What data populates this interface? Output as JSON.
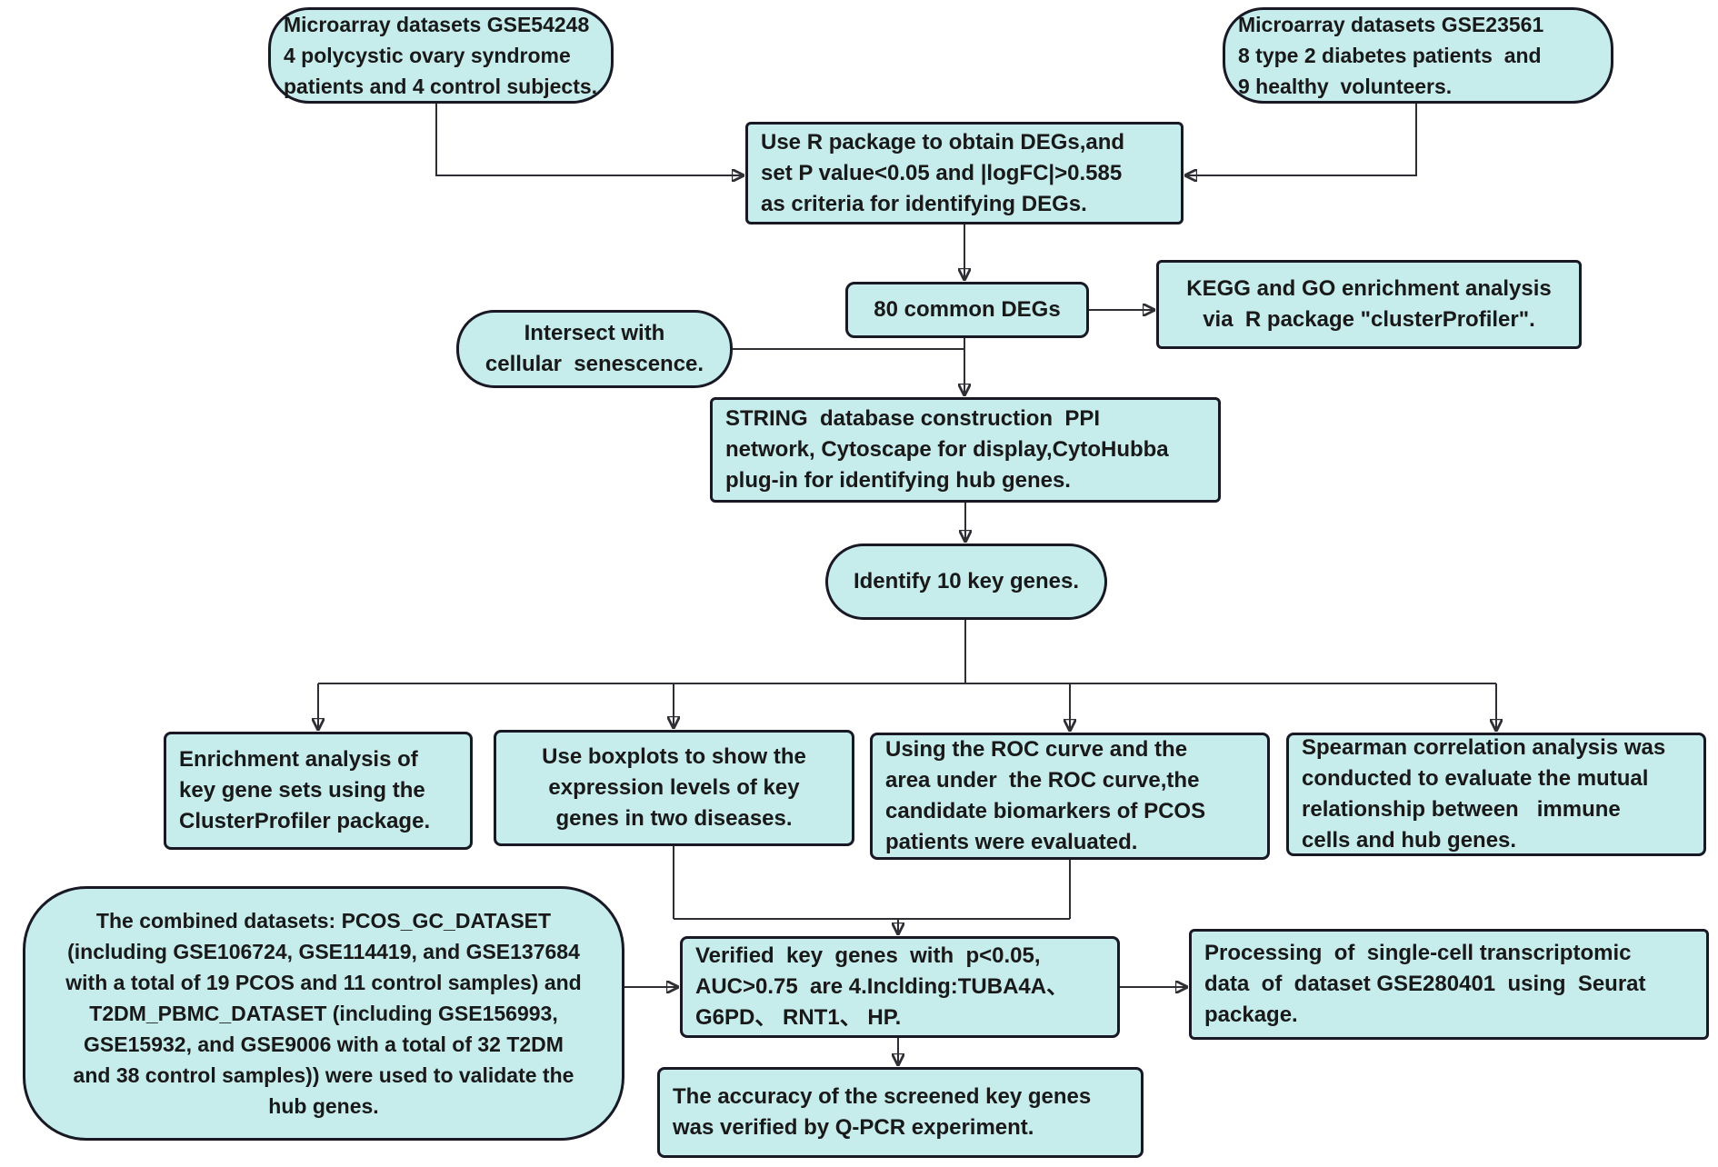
{
  "colors": {
    "box_fill": "#c6ecec",
    "box_border": "#181924",
    "connector": "#2e2e34",
    "text": "#191919",
    "background": "#ffffff"
  },
  "nodes": [
    {
      "id": "microarray-gse54248",
      "lines": [
        "Microarray datasets GSE54248",
        "4 polycystic ovary syndrome",
        "patients and 4 control subjects."
      ]
    },
    {
      "id": "microarray-gse23561",
      "lines": [
        "Microarray datasets GSE23561",
        "8 type 2 diabetes patients  and",
        "9 healthy  volunteers."
      ]
    },
    {
      "id": "deg-criteria",
      "lines": [
        "Use R package to obtain DEGs,and",
        "set P value<0.05 and |logFC|>0.585",
        "as criteria for identifying DEGs."
      ]
    },
    {
      "id": "80-common-degs",
      "lines": [
        "80 common DEGs"
      ]
    },
    {
      "id": "kegg-go-enrichment",
      "lines": [
        "KEGG and GO enrichment analysis",
        "via  R package \"clusterProfiler\"."
      ]
    },
    {
      "id": "intersect-senescence",
      "lines": [
        "Intersect with",
        "cellular  senescence."
      ]
    },
    {
      "id": "string-ppi",
      "lines": [
        "STRING  database construction  PPI",
        "network, Cytoscape for display,CytoHubba",
        "plug-in for identifying hub genes."
      ]
    },
    {
      "id": "identify-key-genes",
      "lines": [
        "Identify 10 key genes."
      ]
    },
    {
      "id": "enrichment-analysis",
      "lines": [
        "Enrichment analysis of",
        "key gene sets using the",
        "ClusterProfiler package."
      ]
    },
    {
      "id": "boxplots",
      "lines": [
        "Use boxplots to show the",
        "expression levels of key",
        "genes in two diseases."
      ]
    },
    {
      "id": "roc-curve",
      "lines": [
        "Using the ROC curve and the",
        "area under  the ROC curve,the",
        "candidate biomarkers of PCOS",
        "patients were evaluated."
      ]
    },
    {
      "id": "spearman",
      "lines": [
        "Spearman correlation analysis was",
        "conducted to evaluate the mutual",
        "relationship between   immune",
        "cells and hub genes."
      ]
    },
    {
      "id": "combined-datasets",
      "lines": [
        "The combined datasets: PCOS_GC_DATASET",
        "(including GSE106724, GSE114419, and GSE137684",
        "with a total of 19 PCOS and 11 control samples) and",
        "T2DM_PBMC_DATASET (including GSE156993,",
        "GSE15932, and GSE9006 with a total of 32 T2DM",
        "and 38 control samples)) were used to validate the",
        "hub genes."
      ]
    },
    {
      "id": "verified-key-genes",
      "lines": [
        "Verified  key  genes  with  p<0.05,",
        "AUC>0.75  are 4.Inclding:TUBA4A、",
        "G6PD、 RNT1、 HP."
      ]
    },
    {
      "id": "single-cell-processing",
      "lines": [
        "Processing  of  single-cell transcriptomic",
        "data  of  dataset GSE280401  using  Seurat",
        "package."
      ]
    },
    {
      "id": "qpcr-validation",
      "lines": [
        "The accuracy of the screened key genes",
        "was verified by Q-PCR experiment."
      ]
    }
  ]
}
